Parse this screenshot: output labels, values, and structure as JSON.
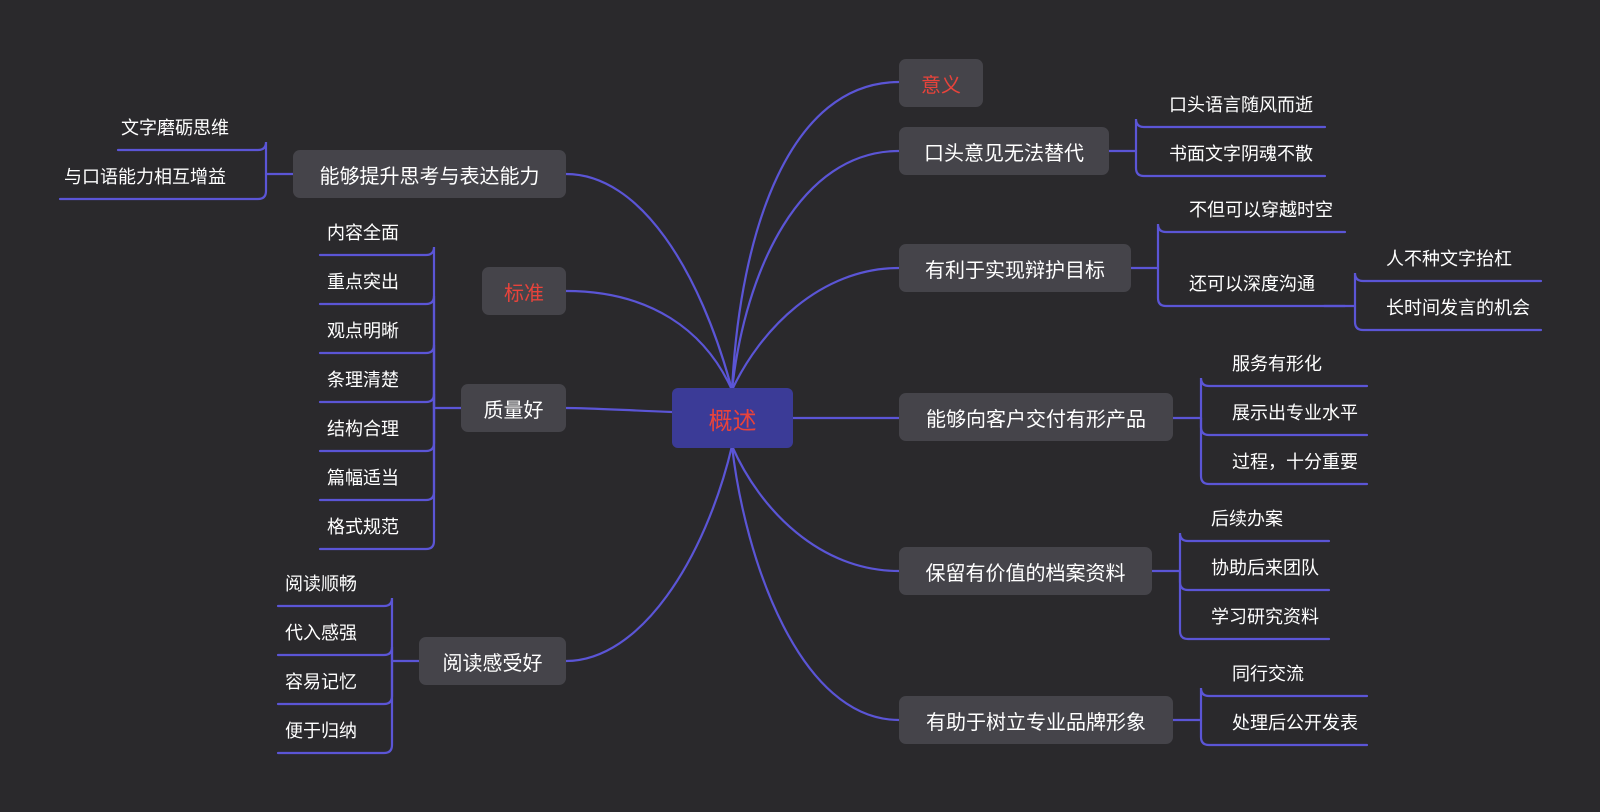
{
  "theme": {
    "background": "#2a292c",
    "line": "#5b55d6",
    "node_bg": "#45444a",
    "root_bg": "#3b3b97",
    "accent_red": "#e8433b",
    "text": "#ffffff"
  },
  "root": "概述",
  "left": {
    "think": {
      "label": "能够提升思考与表达能力",
      "children": [
        "文字磨砺思维",
        "与口语能力相互增益"
      ]
    },
    "standard": {
      "label": "标准"
    },
    "quality": {
      "label": "质量好",
      "children": [
        "内容全面",
        "重点突出",
        "观点明晰",
        "条理清楚",
        "结构合理",
        "篇幅适当",
        "格式规范"
      ]
    },
    "reading": {
      "label": "阅读感受好",
      "children": [
        "阅读顺畅",
        "代入感强",
        "容易记忆",
        "便于归纳"
      ]
    }
  },
  "right": {
    "meaning": {
      "label": "意义"
    },
    "oral": {
      "label": "口头意见无法替代",
      "children": [
        "口头语言随风而逝",
        "书面文字阴魂不散"
      ]
    },
    "defense": {
      "label": "有利于实现辩护目标",
      "children": [
        "不但可以穿越时空",
        "还可以深度沟通"
      ],
      "sub": [
        "人不种文字抬杠",
        "长时间发言的机会"
      ]
    },
    "product": {
      "label": "能够向客户交付有形产品",
      "children": [
        "服务有形化",
        "展示出专业水平",
        "过程，十分重要"
      ]
    },
    "archive": {
      "label": "保留有价值的档案资料",
      "children": [
        "后续办案",
        "协助后来团队",
        "学习研究资料"
      ]
    },
    "brand": {
      "label": "有助于树立专业品牌形象",
      "children": [
        "同行交流",
        "处理后公开发表"
      ]
    }
  }
}
